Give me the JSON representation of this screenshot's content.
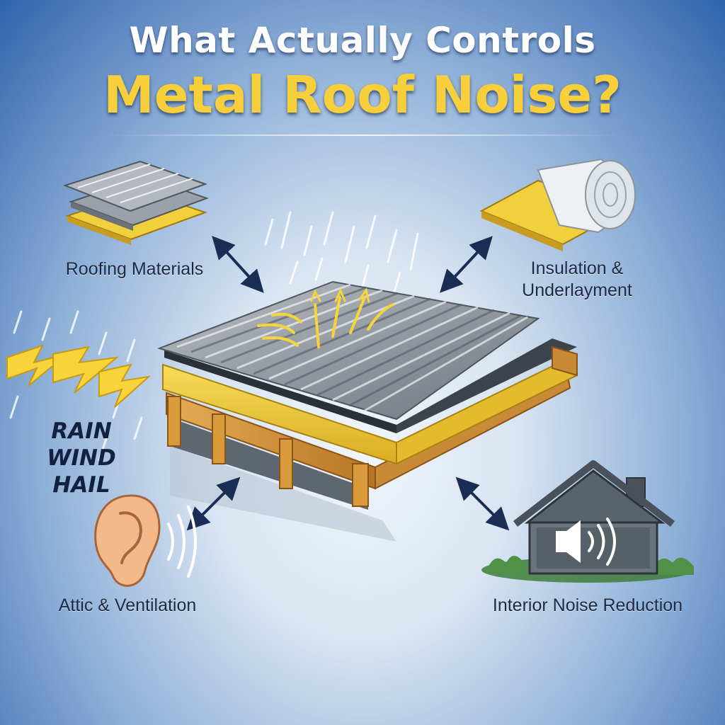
{
  "title": {
    "line1": "What Actually Controls",
    "line2": "Metal Roof Noise?"
  },
  "labels": {
    "roofing_materials": "Roofing Materials",
    "insulation_line1": "Insulation &",
    "insulation_line2": "Underlayment",
    "attic_ventilation": "Attic & Ventilation",
    "interior_noise": "Interior Noise Reduction"
  },
  "storm": {
    "words": [
      "RAIN",
      "WIND",
      "HAIL"
    ]
  },
  "icons": [
    "metal-sheets-icon",
    "insulation-roll-icon",
    "ear-icon",
    "house-speaker-icon",
    "lightning-icon",
    "rain-icon",
    "double-arrow-icon",
    "sound-waves-icon"
  ],
  "colors": {
    "title_white": "#ffffff",
    "title_yellow": "#f6cf3a",
    "insulation": "#f2cf3c",
    "wood": "#d99a3c",
    "metal": "#8d949c",
    "label_text": "#1c2a45"
  }
}
